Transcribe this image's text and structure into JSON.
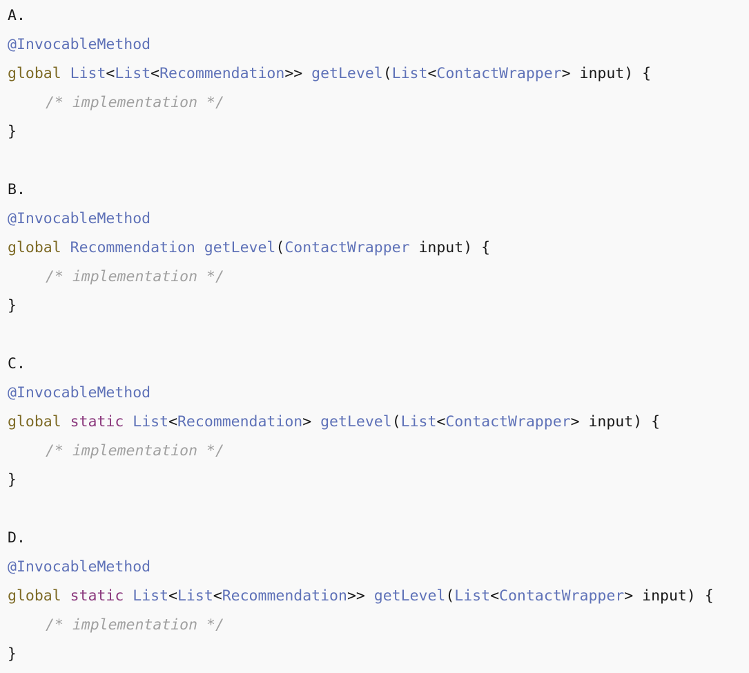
{
  "common": {
    "annotation": "@InvocableMethod",
    "global": "global",
    "static": "static",
    "list": "List",
    "lt": "<",
    "gt": ">",
    "gtgt": ">>",
    "recommendation": "Recommendation",
    "contact_wrapper": "ContactWrapper",
    "method_name": "getLevel",
    "open_paren": "(",
    "param_tail": " input) {",
    "comment": "/* implementation */",
    "close_brace": "}"
  },
  "options": [
    {
      "label": "A."
    },
    {
      "label": "B."
    },
    {
      "label": "C."
    },
    {
      "label": "D."
    }
  ]
}
